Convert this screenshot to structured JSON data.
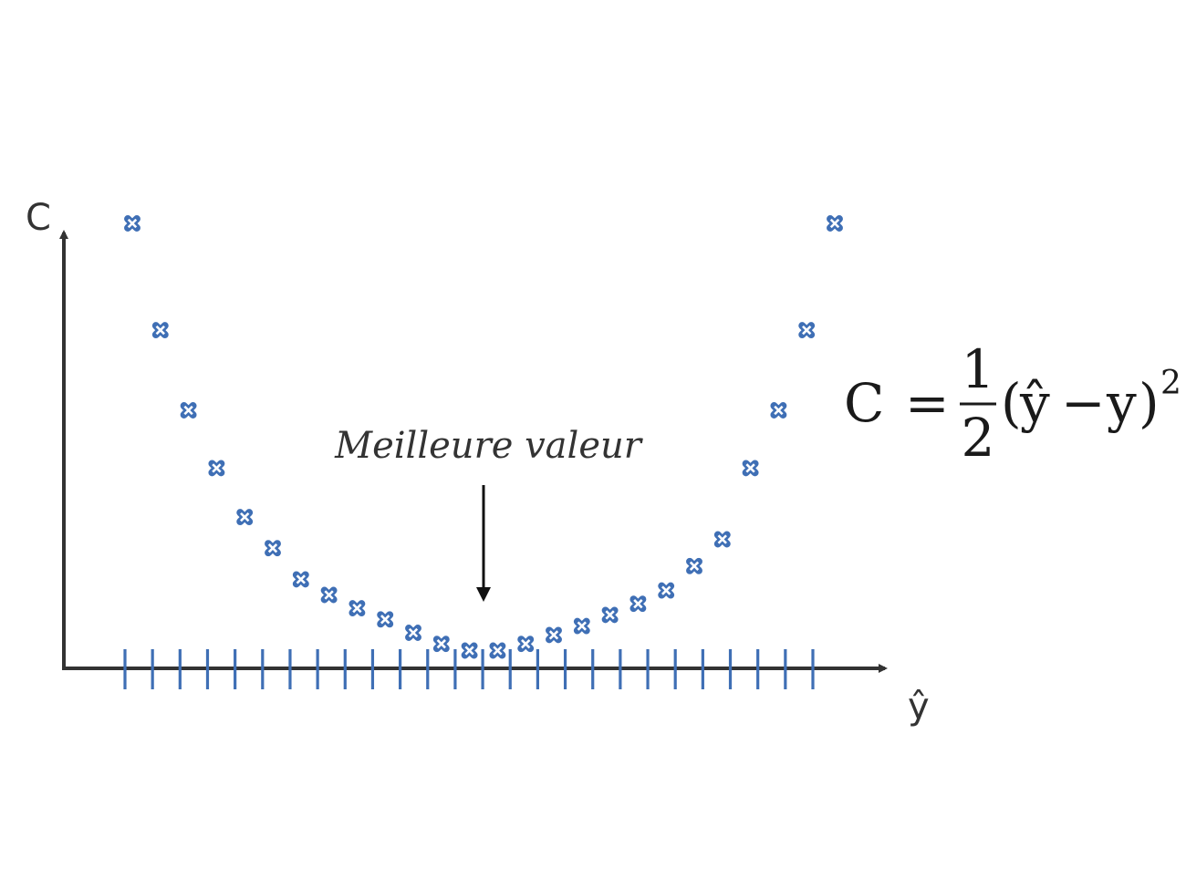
{
  "chart_data": {
    "type": "scatter",
    "title": "",
    "xlabel": "ŷ",
    "ylabel": "C",
    "xlim": [
      -1.12,
      1.36
    ],
    "ylim": [
      -0.03,
      1.02
    ],
    "grid": false,
    "colors": {
      "marker": "#3f6fb5",
      "axis": "#333333",
      "text": "#333333"
    },
    "series": [
      {
        "x": [
          -1.0,
          -0.9,
          -0.8,
          -0.7,
          -0.6,
          -0.5,
          -0.4,
          -0.3,
          -0.2,
          -0.1,
          0.0,
          0.1,
          0.2,
          0.3,
          0.4,
          0.5,
          0.6,
          0.7,
          0.8,
          0.9,
          1.0,
          1.1,
          1.2,
          1.3,
          1.4,
          1.5
        ],
        "y": [
          1.0,
          0.76,
          0.58,
          0.45,
          0.34,
          0.27,
          0.2,
          0.165,
          0.135,
          0.11,
          0.08,
          0.055,
          0.04,
          0.04,
          0.055,
          0.075,
          0.095,
          0.12,
          0.145,
          0.175,
          0.23,
          0.29,
          0.45,
          0.58,
          0.76,
          1.0
        ]
      }
    ],
    "rug": [
      -1.0,
      -0.9,
      -0.8,
      -0.7,
      -0.6,
      -0.5,
      -0.4,
      -0.3,
      -0.2,
      -0.1,
      0.0,
      0.1,
      0.2,
      0.3,
      0.4,
      0.5,
      0.6,
      0.7,
      0.8,
      0.9,
      1.0,
      1.1,
      1.2,
      1.3,
      1.4,
      1.5
    ],
    "annotations": [
      {
        "text": "Meilleure valeur",
        "x": 0.22,
        "y": 0.04
      }
    ],
    "formula": {
      "lhs": "C",
      "eq": "=",
      "num": "1",
      "den": "2",
      "open": "(",
      "yhat": "ŷ",
      "minus": "−",
      "y": "y",
      "close": ")",
      "exp": "2"
    }
  }
}
